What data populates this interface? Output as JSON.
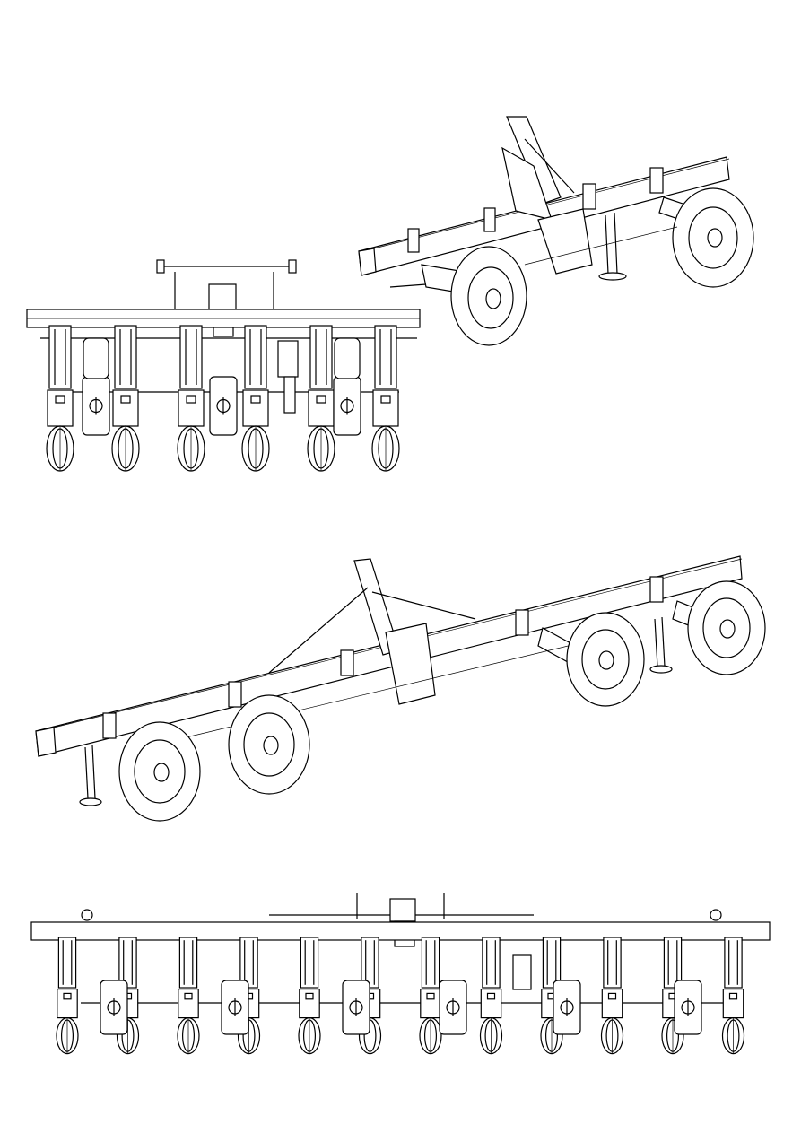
{
  "page": {
    "figures": [
      {
        "id": "front-view-6-row",
        "units": 6
      },
      {
        "id": "perspective-short-frame"
      },
      {
        "id": "perspective-long-frame"
      },
      {
        "id": "front-view-12-row",
        "units": 12
      }
    ]
  }
}
